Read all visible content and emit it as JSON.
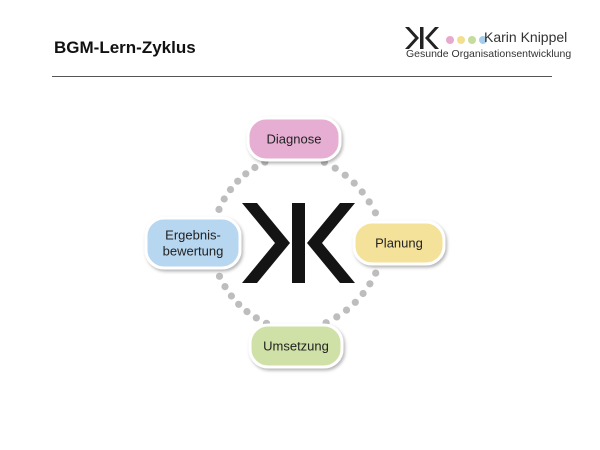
{
  "header": {
    "title": "BGM-Lern-Zyklus"
  },
  "logo": {
    "name": "Karin Knippel",
    "tagline": "Gesunde Organisationsentwicklung",
    "dot_colors": [
      "#e8a9cf",
      "#f3e08f",
      "#c6dc9c",
      "#a8cdeb"
    ]
  },
  "cycle": {
    "steps": [
      {
        "id": "diagnose",
        "lines": [
          "Diagnose"
        ],
        "color": "#e5aed2"
      },
      {
        "id": "planung",
        "lines": [
          "Planung"
        ],
        "color": "#f5e29a"
      },
      {
        "id": "umsetzung",
        "lines": [
          "Umsetzung"
        ],
        "color": "#cfe1a6"
      },
      {
        "id": "ergebnisbewertung",
        "lines": [
          "Ergebnis-",
          "bewertung"
        ],
        "color": "#b7d6f0"
      }
    ],
    "connector_color": "#bdbdbd"
  }
}
